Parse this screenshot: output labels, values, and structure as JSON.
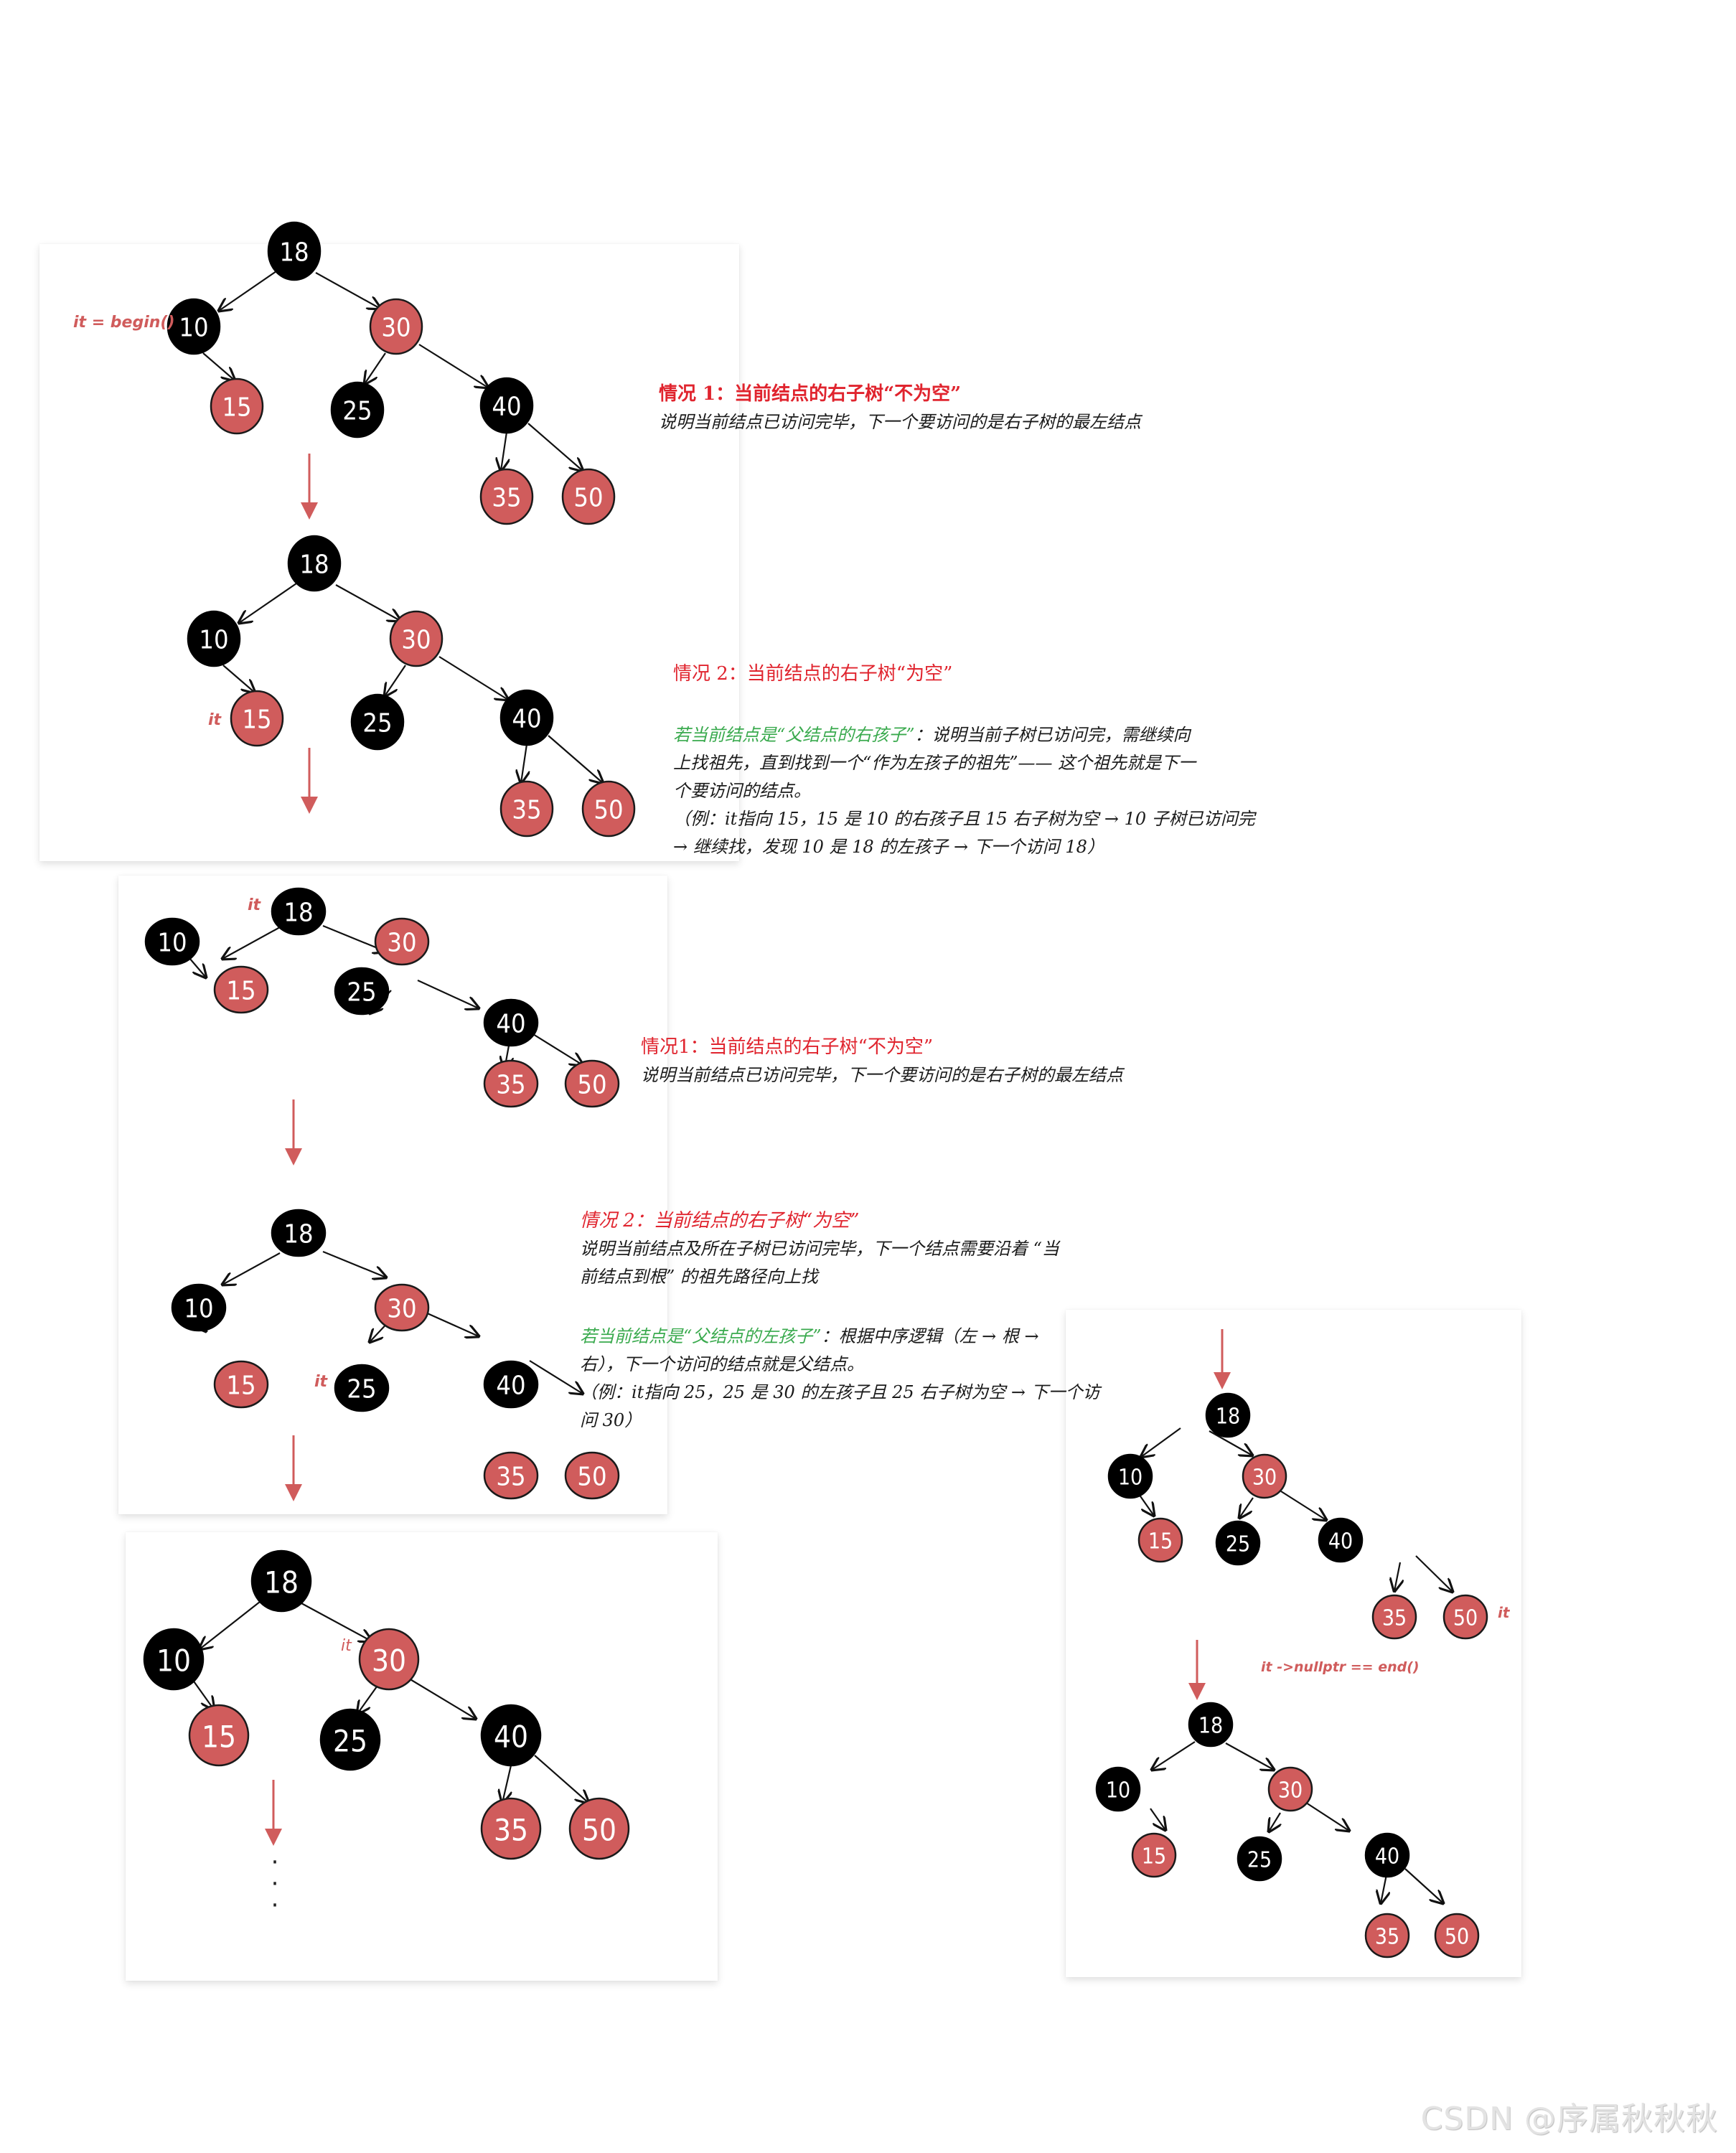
{
  "trees": [
    {
      "id": "tree-1",
      "iterator_label": "it = begin()",
      "iterator_at": "10",
      "nodes": {
        "18": {
          "value": "18",
          "color": "black"
        },
        "10": {
          "value": "10",
          "color": "black"
        },
        "30": {
          "value": "30",
          "color": "red"
        },
        "15": {
          "value": "15",
          "color": "red"
        },
        "25": {
          "value": "25",
          "color": "black"
        },
        "40": {
          "value": "40",
          "color": "black"
        },
        "35": {
          "value": "35",
          "color": "red"
        },
        "50": {
          "value": "50",
          "color": "red"
        }
      }
    },
    {
      "id": "tree-2",
      "iterator_label": "it",
      "iterator_at": "15"
    },
    {
      "id": "tree-3",
      "iterator_label": "it",
      "iterator_at": "18"
    },
    {
      "id": "tree-4",
      "iterator_label": "it",
      "iterator_at": "25"
    },
    {
      "id": "tree-5",
      "iterator_label": "it",
      "iterator_at": "30"
    },
    {
      "id": "tree-6",
      "iterator_label": "it",
      "iterator_at": "50"
    },
    {
      "id": "tree-7",
      "iterator_label": "",
      "iterator_at": ""
    }
  ],
  "node_values": [
    "18",
    "10",
    "30",
    "15",
    "25",
    "40",
    "35",
    "50"
  ],
  "annotations": {
    "it_begin": "it = begin()",
    "it": "it",
    "it_end": "it ->nullptr == end()"
  },
  "explanations": {
    "block1": {
      "title": "情况 1：当前结点的右子树“不为空”",
      "body": "说明当前结点已访问完毕，下一个要访问的是右子树的最左结点"
    },
    "block2": {
      "title": "情况 2：当前结点的右子树“为空”",
      "green_lead": "若当前结点是“父结点的右孩子”",
      "line1_rest": "：说明当前子树已访问完，需继续向",
      "line2": "上找祖先，直到找到一个“作为左孩子的祖先”—— 这个祖先就是下一",
      "line3": "个要访问的结点。",
      "line4": "（例：it指向 15，15 是 10 的右孩子且 15 右子树为空 → 10 子树已访问完",
      "line5": "→ 继续找，发现 10 是 18 的左孩子 → 下一个访问 18）"
    },
    "block3": {
      "title": "情况1：当前结点的右子树“不为空”",
      "body": "说明当前结点已访问完毕，下一个要访问的是右子树的最左结点"
    },
    "block4": {
      "title": "情况 2：当前结点的右子树“为空”",
      "line1": "说明当前结点及所在子树已访问完毕，下一个结点需要沿着 “当",
      "line2": "前结点到根” 的祖先路径向上找",
      "green_lead": "若当前结点是“父结点的左孩子”",
      "line3_rest": "：根据中序逻辑（左 → 根 →",
      "line4": "右），下一个访问的结点就是父结点。",
      "line5": "（例：it指向 25，25 是 30 的左孩子且 25 右子树为空 → 下一个访",
      "line6": "问 30）"
    }
  },
  "continuation": "⋮",
  "watermark": "CSDN @序属秋秋秋",
  "colors": {
    "red_node": "#d05c5c",
    "black_node": "#000000",
    "title_red": "#e0242e",
    "green": "#3aaa4e",
    "arrow_red": "#d05c5c"
  }
}
